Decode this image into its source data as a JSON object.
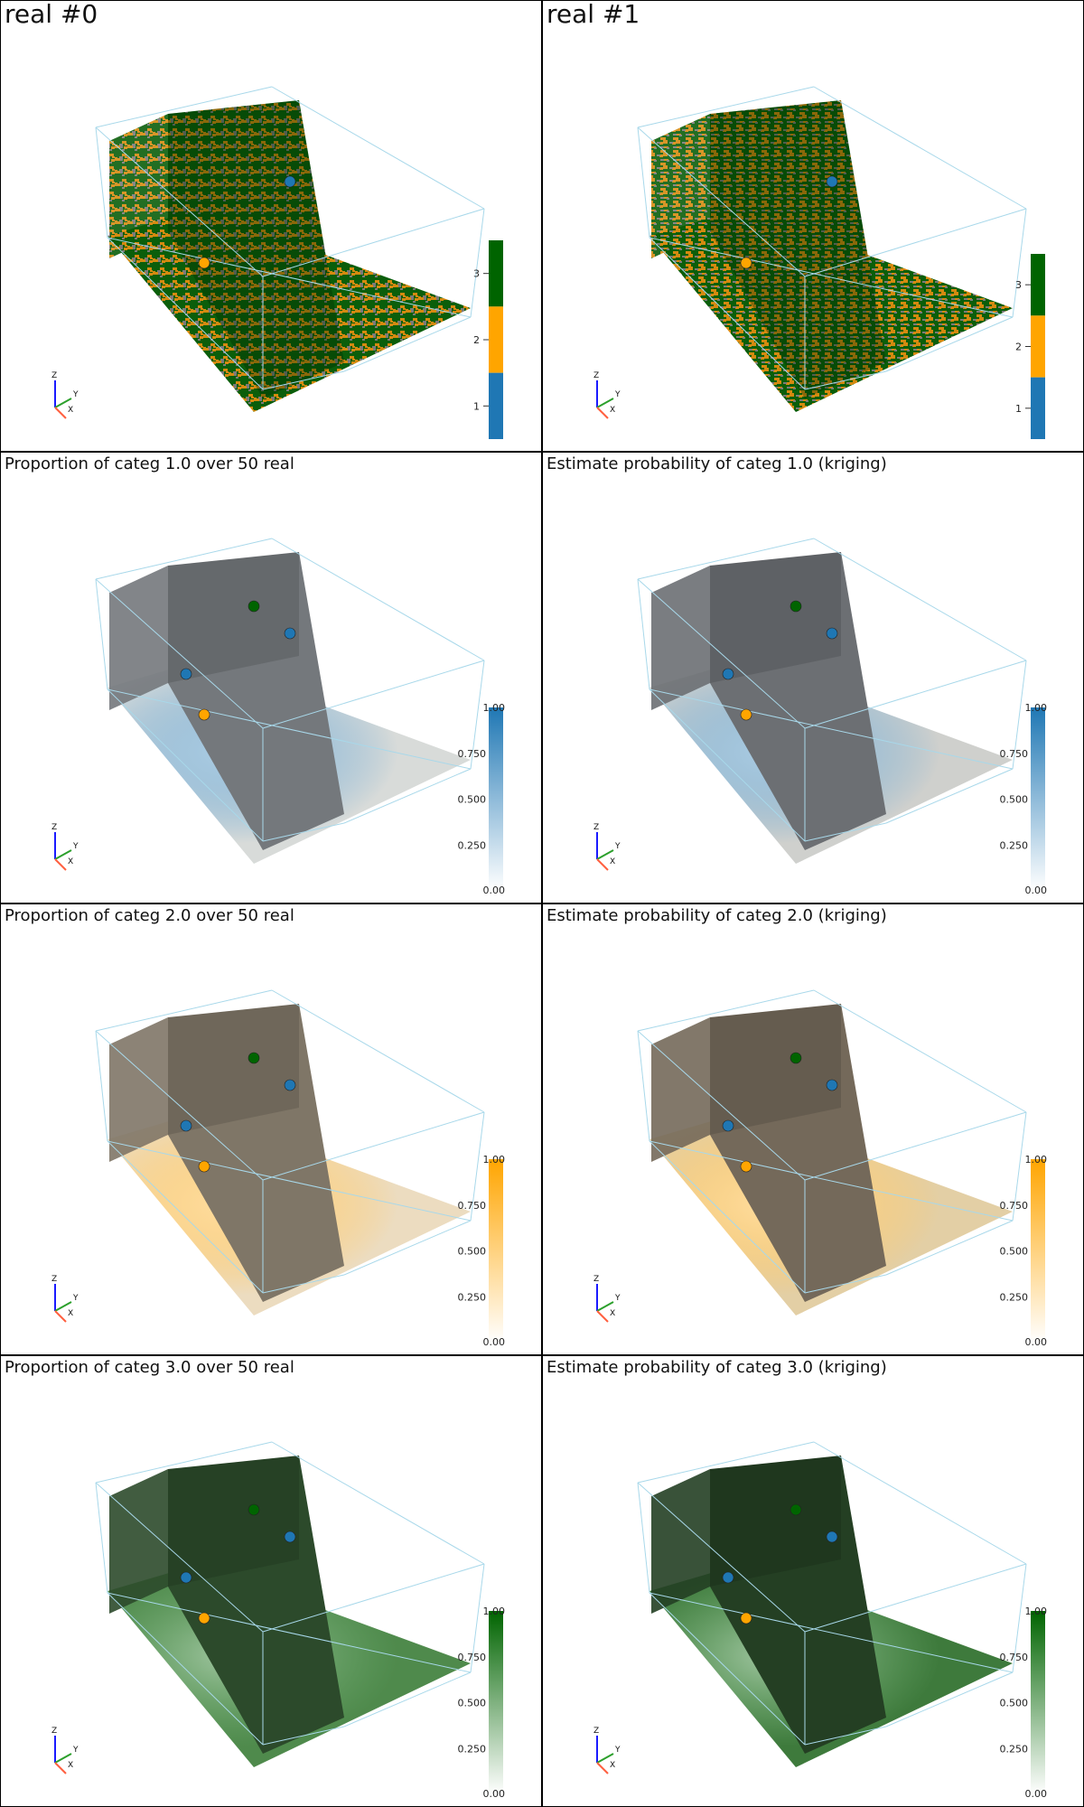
{
  "panels": [
    {
      "title": "real #0",
      "kind": "categorical",
      "colorbar": {
        "ticks": [
          "1",
          "2",
          "3"
        ]
      },
      "cells": [
        "#1f77b4",
        "#ffa500",
        "#006400"
      ]
    },
    {
      "title": "real #1",
      "kind": "categorical",
      "colorbar": {
        "ticks": [
          "1",
          "2",
          "3"
        ]
      },
      "cells": [
        "#1f77b4",
        "#ffa500",
        "#006400"
      ]
    },
    {
      "title": "Proportion of categ 1.0 over 50 real",
      "kind": "continuous",
      "color": "#1f77b4",
      "floor": "#d8dbd9",
      "wall": "#74787c",
      "colorbar": {
        "ticks": [
          "0.00",
          "0.250",
          "0.500",
          "0.750",
          "1.00"
        ]
      }
    },
    {
      "title": "Estimate probability of categ 1.0 (kriging)",
      "kind": "continuous",
      "color": "#1f77b4",
      "floor": "#cfd0cd",
      "wall": "#6c6f73",
      "colorbar": {
        "ticks": [
          "0.00",
          "0.250",
          "0.500",
          "0.750",
          "1.00"
        ]
      }
    },
    {
      "title": "Proportion of categ 2.0 over 50 real",
      "kind": "continuous",
      "color": "#ffa500",
      "floor": "#ecdcc0",
      "wall": "#7f7667",
      "colorbar": {
        "ticks": [
          "0.00",
          "0.250",
          "0.500",
          "0.750",
          "1.00"
        ]
      }
    },
    {
      "title": "Estimate probability of categ 2.0 (kriging)",
      "kind": "continuous",
      "color": "#ffa500",
      "floor": "#e3cfa5",
      "wall": "#74695a",
      "colorbar": {
        "ticks": [
          "0.00",
          "0.250",
          "0.500",
          "0.750",
          "1.00"
        ]
      }
    },
    {
      "title": "Proportion of categ 3.0 over 50 real",
      "kind": "continuous",
      "color": "#006400",
      "floor": "#4f8a4c",
      "wall": "#2c4a2b",
      "colorbar": {
        "ticks": [
          "0.00",
          "0.250",
          "0.500",
          "0.750",
          "1.00"
        ]
      }
    },
    {
      "title": "Estimate probability of categ 3.0 (kriging)",
      "kind": "continuous",
      "color": "#006400",
      "floor": "#3e7a3c",
      "wall": "#243f23",
      "colorbar": {
        "ticks": [
          "0.00",
          "0.250",
          "0.500",
          "0.750",
          "1.00"
        ]
      }
    }
  ],
  "axes_widget": {
    "x": "X",
    "y": "Y",
    "z": "Z"
  },
  "colors": {
    "bbox": "#a8d8ea",
    "ball_blue": "#1f77b4",
    "ball_orange": "#ffa500",
    "ball_green": "#006400"
  }
}
